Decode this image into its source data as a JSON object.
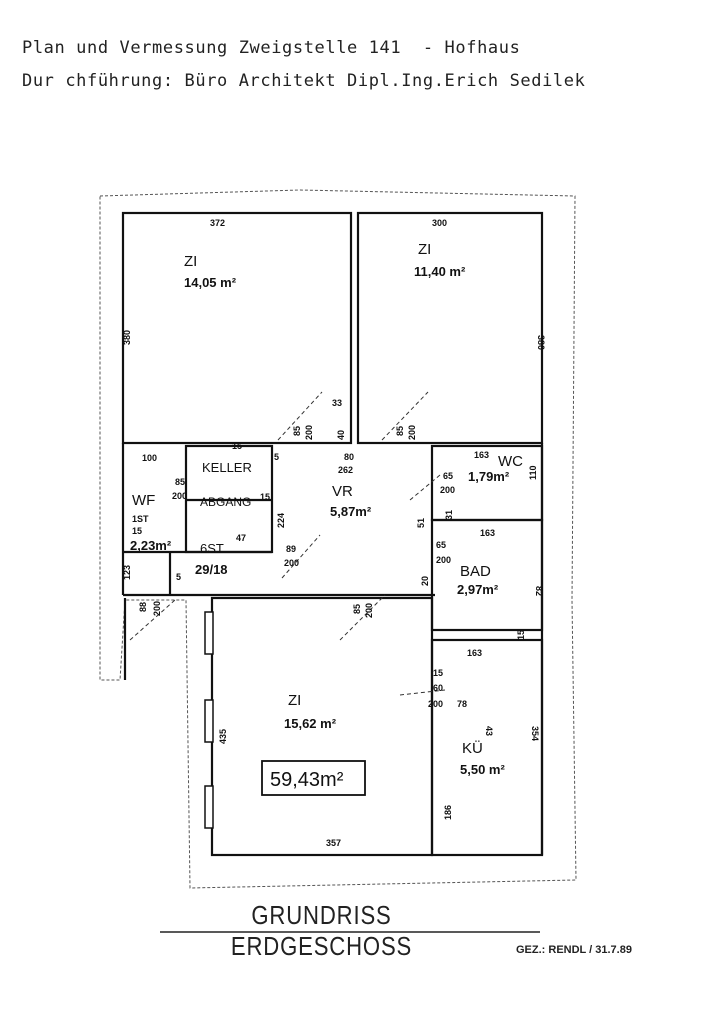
{
  "header": {
    "line1": "Plan und Vermessung Zweigstelle 141  - Hofhaus",
    "line2": "Dur chführung: Büro Architekt Dipl.Ing.Erich Sedilek"
  },
  "rooms": {
    "zi_top_left": {
      "name": "ZI",
      "area": "14,05 m²"
    },
    "zi_top_right": {
      "name": "ZI",
      "area": "11,40 m²"
    },
    "keller": {
      "name": "KELLER"
    },
    "abgang": {
      "name": "ABGANG"
    },
    "wc": {
      "name": "WC",
      "area": "1,79m²"
    },
    "vr": {
      "name": "VR",
      "area": "5,87m²"
    },
    "wf": {
      "name": "WF"
    },
    "wf_area": "2,23m²",
    "st6": {
      "name": "6ST",
      "dims": "29/18"
    },
    "bad": {
      "name": "BAD",
      "area": "2,97m²"
    },
    "zi_bottom": {
      "name": "ZI",
      "area": "15,62 m²"
    },
    "ku": {
      "name": "KÜ",
      "area": "5,50 m²"
    },
    "total": "59,43m²"
  },
  "dimensions": {
    "d372": "372",
    "d300": "300",
    "d380l": "380",
    "d380r": "380",
    "d33": "33",
    "d40": "40",
    "d85a": "85",
    "d200a": "200",
    "d85b": "85",
    "d200b": "200",
    "d100": "100",
    "d15": "15",
    "d80": "80",
    "d262": "262",
    "d5": "5",
    "d163a": "163",
    "d110": "110",
    "d65a": "65",
    "d200c": "200",
    "d85c": "85",
    "d200d": "200",
    "d15b": "15",
    "d15st": "1ST",
    "d15c": "15",
    "d224": "224",
    "d51": "51",
    "d31": "31",
    "d163b": "163",
    "d47": "47",
    "d89": "89",
    "d200e": "200",
    "d65b": "65",
    "d200f": "200",
    "d123": "123",
    "d88": "88",
    "d200g": "200",
    "d20": "20",
    "d82": "82",
    "d85d": "85",
    "d200h": "200",
    "d15d": "15",
    "d163c": "163",
    "d60": "60",
    "d200i": "200",
    "d78": "78",
    "d43": "43",
    "d354": "354",
    "d435": "435",
    "d186": "186",
    "d357": "357",
    "d15e": "15",
    "d5b": "5"
  },
  "title": "GRUNDRISS  ERDGESCHOSS",
  "signature": "GEZ.: RENDL / 31.7.89"
}
